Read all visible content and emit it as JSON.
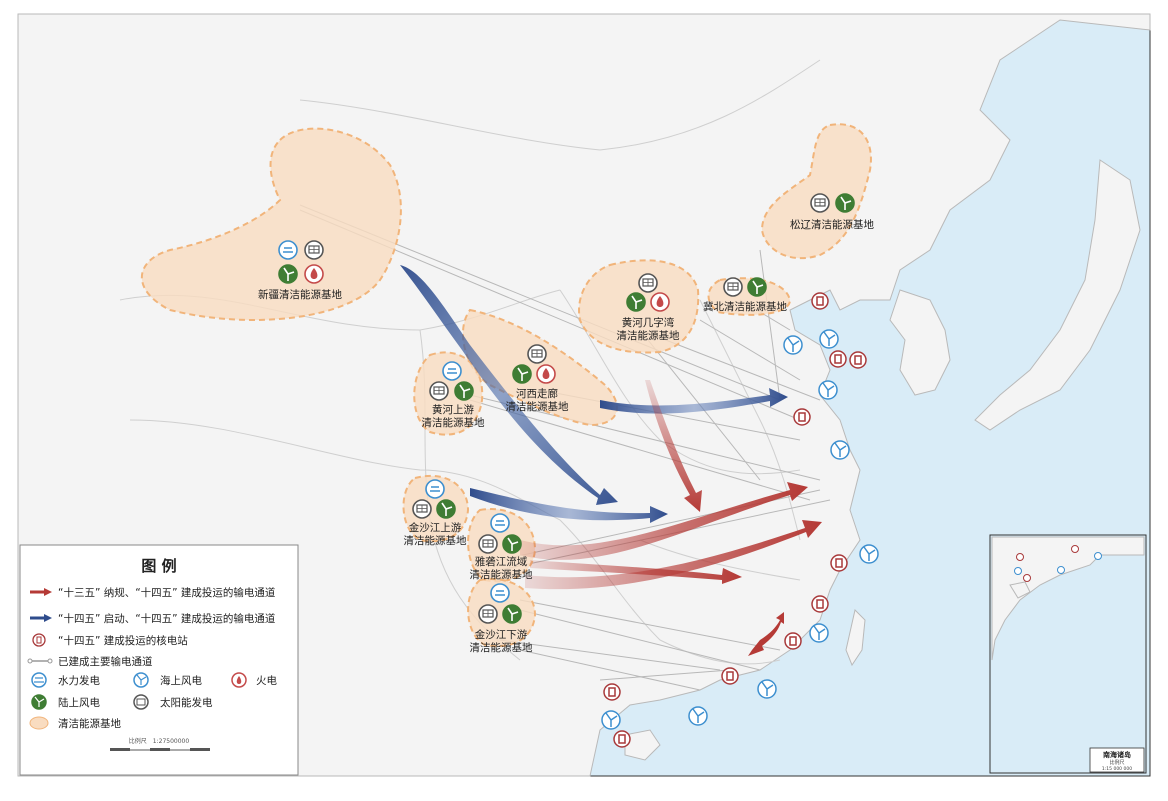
{
  "bases": [
    {
      "id": "xinjiang",
      "label": "新疆清洁能源基地",
      "icons": [
        "hydro",
        "solar",
        "onshore-wind",
        "thermal"
      ]
    },
    {
      "id": "songliao",
      "label": "松辽清洁能源基地",
      "icons": [
        "solar",
        "onshore-wind"
      ]
    },
    {
      "id": "jibei",
      "label": "冀北清洁能源基地",
      "icons": [
        "solar",
        "onshore-wind"
      ]
    },
    {
      "id": "huanghe-jizi",
      "label": "黄河几字湾清洁能源基地",
      "line1": "黄河几字湾",
      "line2": "清洁能源基地",
      "icons": [
        "solar",
        "onshore-wind",
        "thermal"
      ]
    },
    {
      "id": "hexi",
      "label": "河西走廊清洁能源基地",
      "line1": "河西走廊",
      "line2": "清洁能源基地",
      "icons": [
        "solar",
        "onshore-wind",
        "thermal"
      ]
    },
    {
      "id": "huanghe-upper",
      "label": "黄河上游清洁能源基地",
      "line1": "黄河上游",
      "line2": "清洁能源基地",
      "icons": [
        "hydro",
        "solar",
        "onshore-wind"
      ]
    },
    {
      "id": "jinsha-upper",
      "label": "金沙江上游清洁能源基地",
      "line1": "金沙江上游",
      "line2": "清洁能源基地",
      "icons": [
        "hydro",
        "solar",
        "onshore-wind"
      ]
    },
    {
      "id": "yalong",
      "label": "雅砻江流域清洁能源基地",
      "line1": "雅砻江流域",
      "line2": "清洁能源基地",
      "icons": [
        "hydro",
        "solar",
        "onshore-wind"
      ]
    },
    {
      "id": "jinsha-lower",
      "label": "金沙江下游清洁能源基地",
      "line1": "金沙江下游",
      "line2": "清洁能源基地",
      "icons": [
        "hydro",
        "solar",
        "onshore-wind"
      ]
    }
  ],
  "legend": {
    "title": "图 例",
    "items": [
      {
        "label": "“十三五” 纳规、“十四五” 建成投运的输电通道",
        "symbol": "red-arrow"
      },
      {
        "label": "“十四五” 启动、“十四五” 建成投运的输电通道",
        "symbol": "blue-arrow"
      },
      {
        "label": "“十四五” 建成投运的核电站",
        "symbol": "nuclear-icon"
      },
      {
        "label": "已建成主要输电通道",
        "symbol": "grey-line"
      }
    ],
    "grid_items": [
      {
        "label": "水力发电",
        "symbol": "hydro"
      },
      {
        "label": "海上风电",
        "symbol": "offshore-wind"
      },
      {
        "label": "火电",
        "symbol": "thermal"
      },
      {
        "label": "陆上风电",
        "symbol": "onshore-wind"
      },
      {
        "label": "太阳能发电",
        "symbol": "solar"
      }
    ],
    "base_label": "清洁能源基地",
    "scale_label": "比例尺　1:27500000"
  },
  "inset": {
    "title": "南海诸岛",
    "scale": "比例尺",
    "scale_value": "1:15 000 000"
  },
  "colors": {
    "sea": "#d9ecf7",
    "land": "#f4f4f4",
    "base_fill": "#f9dcc0",
    "base_stroke": "#f1b47a",
    "red_arrow": "#b53a36",
    "blue_arrow": "#2f4c8c",
    "hydro": "#3d8fcf",
    "offshore": "#3d8fcf",
    "thermal": "#c44a4a",
    "onshore": "#3f7d34",
    "solar": "#555555",
    "nuclear": "#a8393a"
  }
}
